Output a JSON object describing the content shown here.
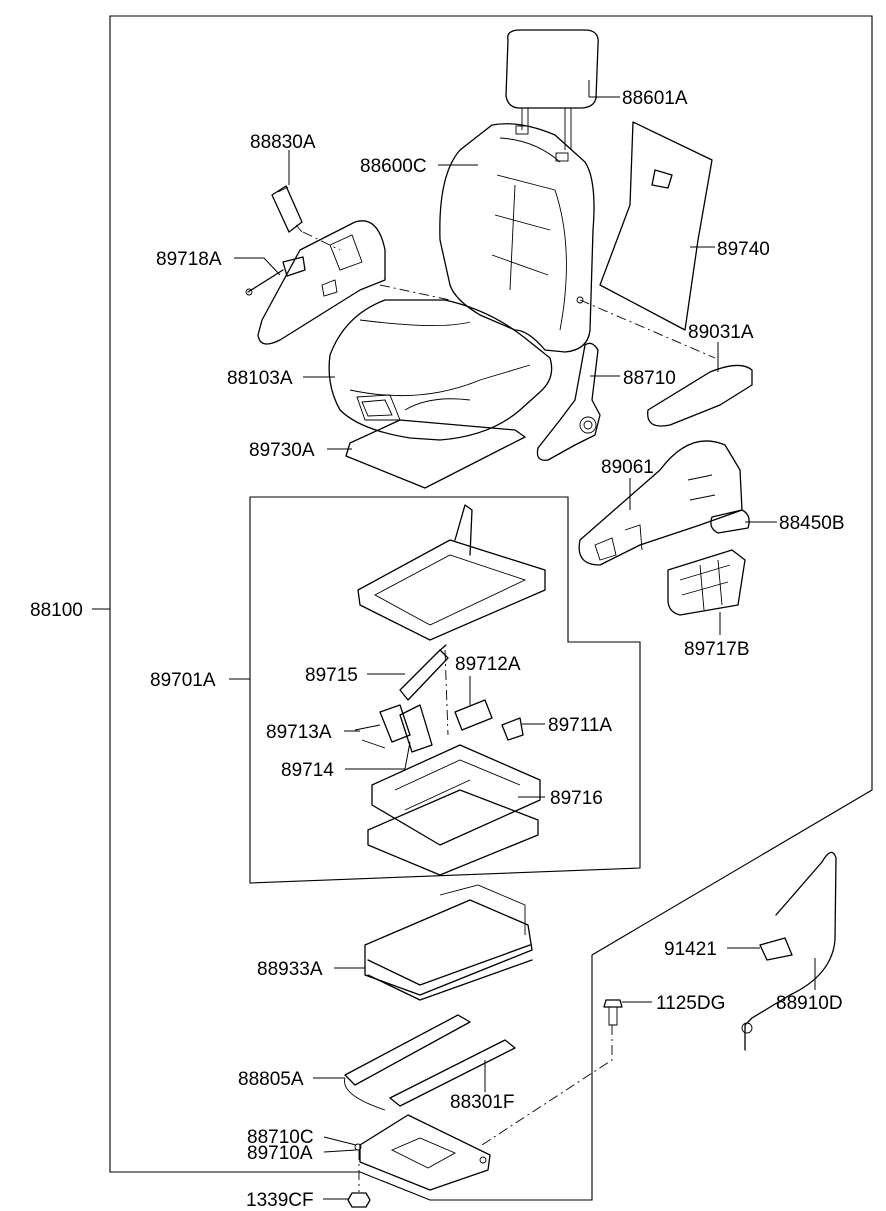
{
  "parts": {
    "p88601A": "88601A",
    "p88830A": "88830A",
    "p88600C": "88600C",
    "p89718A": "89718A",
    "p89740": "89740",
    "p89031A": "89031A",
    "p88103A": "88103A",
    "p88710": "88710",
    "p89730A": "89730A",
    "p89061": "89061",
    "p88450B": "88450B",
    "p88100": "88100",
    "p89717B": "89717B",
    "p89701A": "89701A",
    "p89715": "89715",
    "p89712A": "89712A",
    "p89713A": "89713A",
    "p89711A": "89711A",
    "p89714": "89714",
    "p89716": "89716",
    "p91421": "91421",
    "p88933A": "88933A",
    "p1125DG": "1125DG",
    "p88910D": "88910D",
    "p88805A": "88805A",
    "p88301F": "88301F",
    "p88710C": "88710C",
    "p89710A": "89710A",
    "p1339CF": "1339CF"
  }
}
